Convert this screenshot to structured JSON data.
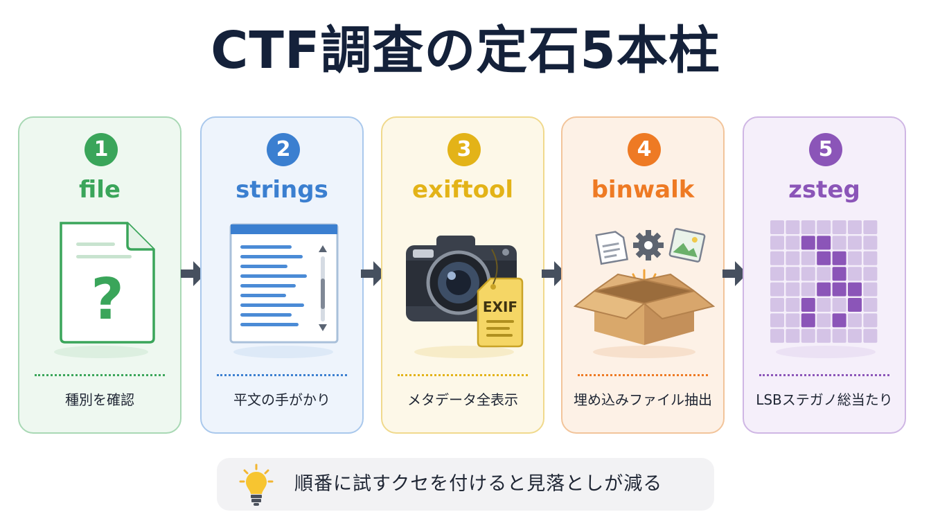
{
  "title": "CTF調査の定石5本柱",
  "steps": [
    {
      "number": "1",
      "tool": "file",
      "description": "種別を確認",
      "color": "#3aa55a",
      "bg": "#eef8f0",
      "border": "#a8d8b4"
    },
    {
      "number": "2",
      "tool": "strings",
      "description": "平文の手がかり",
      "color": "#3b7fd0",
      "bg": "#eef4fc",
      "border": "#a9c8ec"
    },
    {
      "number": "3",
      "tool": "exiftool",
      "description": "メタデータ全表示",
      "color": "#e3b318",
      "bg": "#fdf8e8",
      "border": "#f0d98c"
    },
    {
      "number": "4",
      "tool": "binwalk",
      "description": "埋め込みファイル抽出",
      "color": "#ee7a24",
      "bg": "#fdf1e6",
      "border": "#f2c49a"
    },
    {
      "number": "5",
      "tool": "zsteg",
      "description": "LSBステガノ総当たり",
      "color": "#8b55b8",
      "bg": "#f5effa",
      "border": "#cfb6e4"
    }
  ],
  "illustrations": {
    "file": {
      "glyph": "?"
    },
    "exiftool": {
      "tag_label": "EXIF"
    }
  },
  "tip": {
    "icon": "lightbulb-icon",
    "text": "順番に試すクセを付けると見落としが減る"
  }
}
